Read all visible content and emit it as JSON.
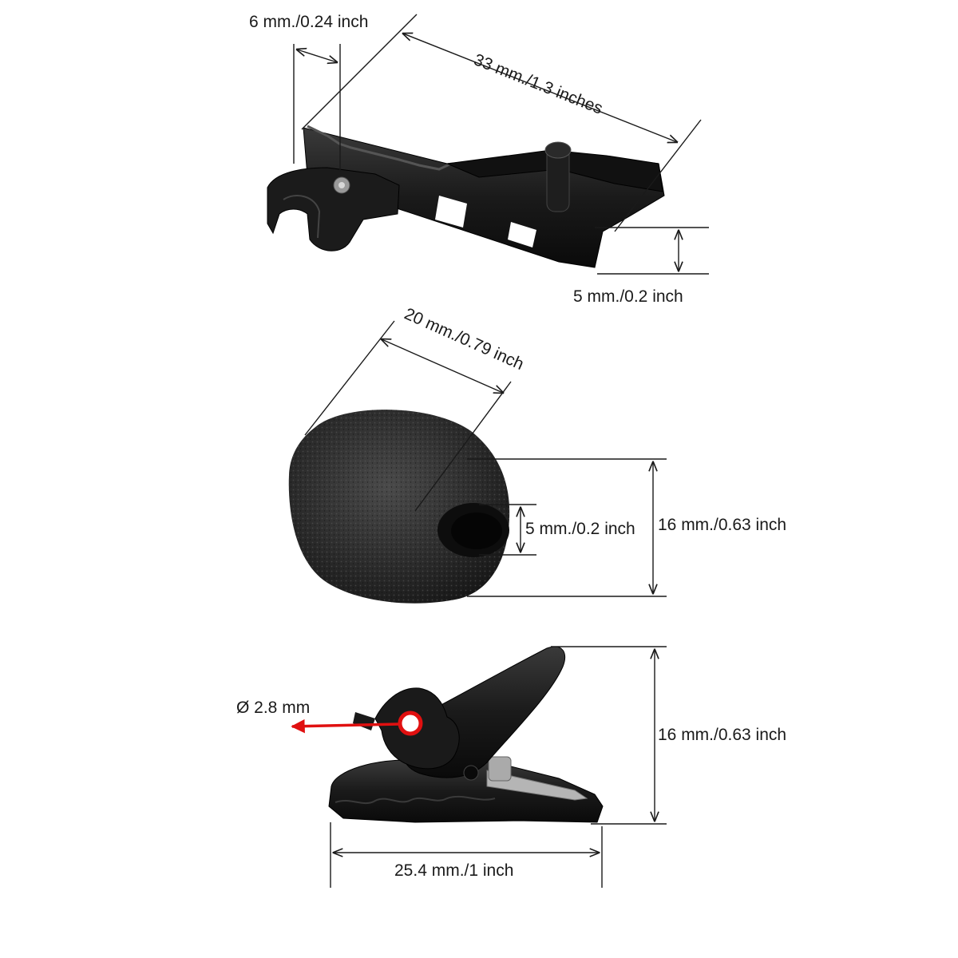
{
  "top_clip": {
    "jaw_width_label": "6 mm./0.24 inch",
    "length_label": "33 mm./1.3 inches",
    "thickness_label": "5 mm./0.2 inch"
  },
  "foam": {
    "length_label": "20 mm./0.79 inch",
    "hole_label": "5 mm./0.2 inch",
    "height_label": "16 mm./0.63 inch"
  },
  "bottom_clip": {
    "hole_diameter_label": "Ø 2.8 mm",
    "height_label": "16 mm./0.63 inch",
    "length_label": "25.4 mm./1 inch",
    "accent_color": "#e01010"
  }
}
